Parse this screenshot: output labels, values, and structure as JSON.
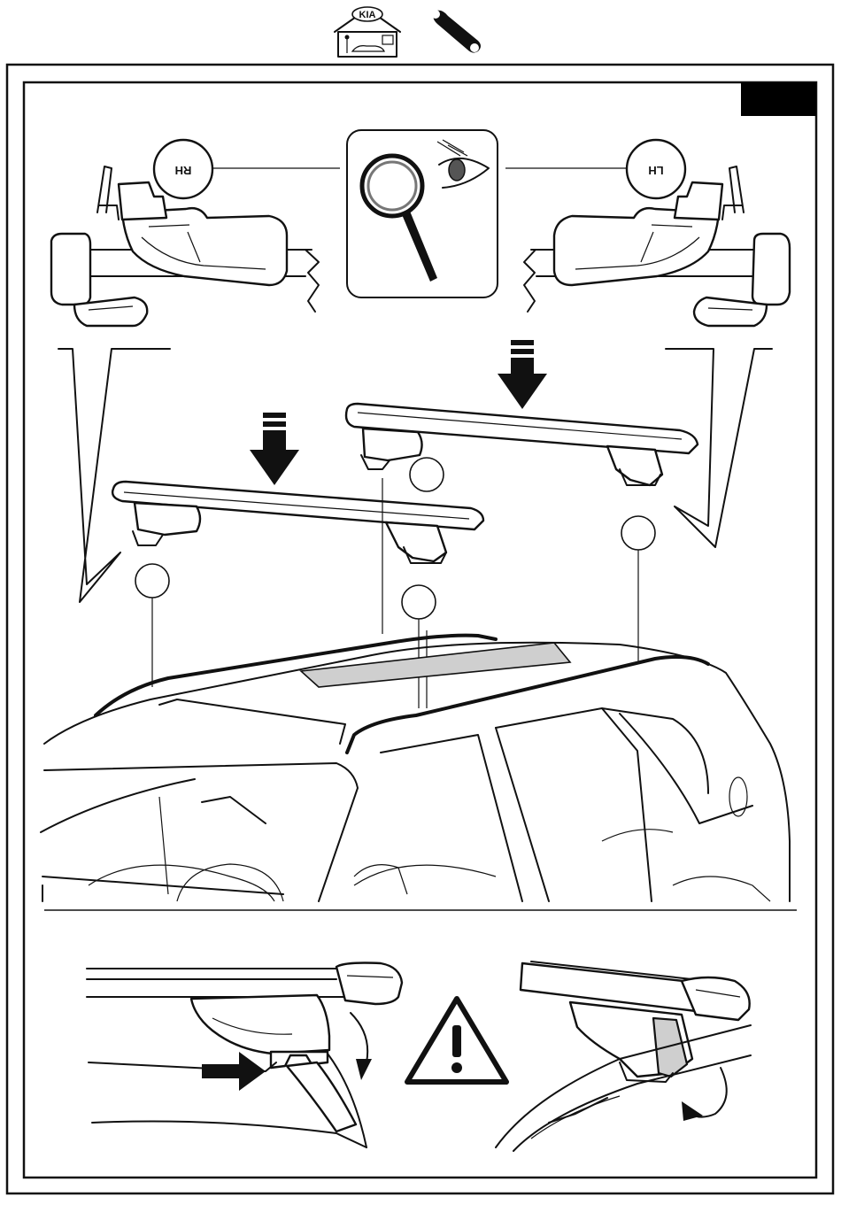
{
  "header": {
    "brand_logo_text": "KIA",
    "icons": [
      "dealer-workshop-icon",
      "wrench-icon"
    ]
  },
  "page_tab": {
    "text": ""
  },
  "inspection": {
    "left_label": "RH",
    "right_label": "LH",
    "icons": [
      "magnifier-icon",
      "eye-icon"
    ]
  },
  "callouts": [
    "",
    "",
    "",
    ""
  ],
  "warning": {
    "icon": "warning-triangle-icon"
  },
  "colors": {
    "ink": "#111111",
    "panel_bg": "#ffffff",
    "tab": "#000000",
    "shade": "#cfcfcf"
  }
}
